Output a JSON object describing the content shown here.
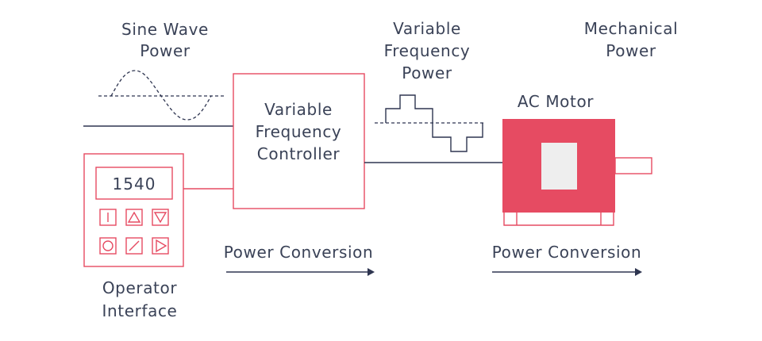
{
  "labels": {
    "sine_line1": "Sine Wave",
    "sine_line2": "Power",
    "vfp_line1": "Variable",
    "vfp_line2": "Frequency",
    "vfp_line3": "Power",
    "mech_line1": "Mechanical",
    "mech_line2": "Power",
    "controller_line1": "Variable",
    "controller_line2": "Frequency",
    "controller_line3": "Controller",
    "motor": "AC Motor",
    "operator_line1": "Operator",
    "operator_line2": "Interface",
    "conversion_left": "Power Conversion",
    "conversion_right": "Power Conversion"
  },
  "operator_panel": {
    "display_value": "1540",
    "buttons": [
      "run-button",
      "up-arrow-button",
      "down-arrow-button",
      "stop-button",
      "slash-button",
      "play-button"
    ]
  },
  "colors": {
    "accent": "#e64b62",
    "lines": "#2e3550",
    "text": "#3a4257",
    "motor_window": "#eeeeee"
  }
}
